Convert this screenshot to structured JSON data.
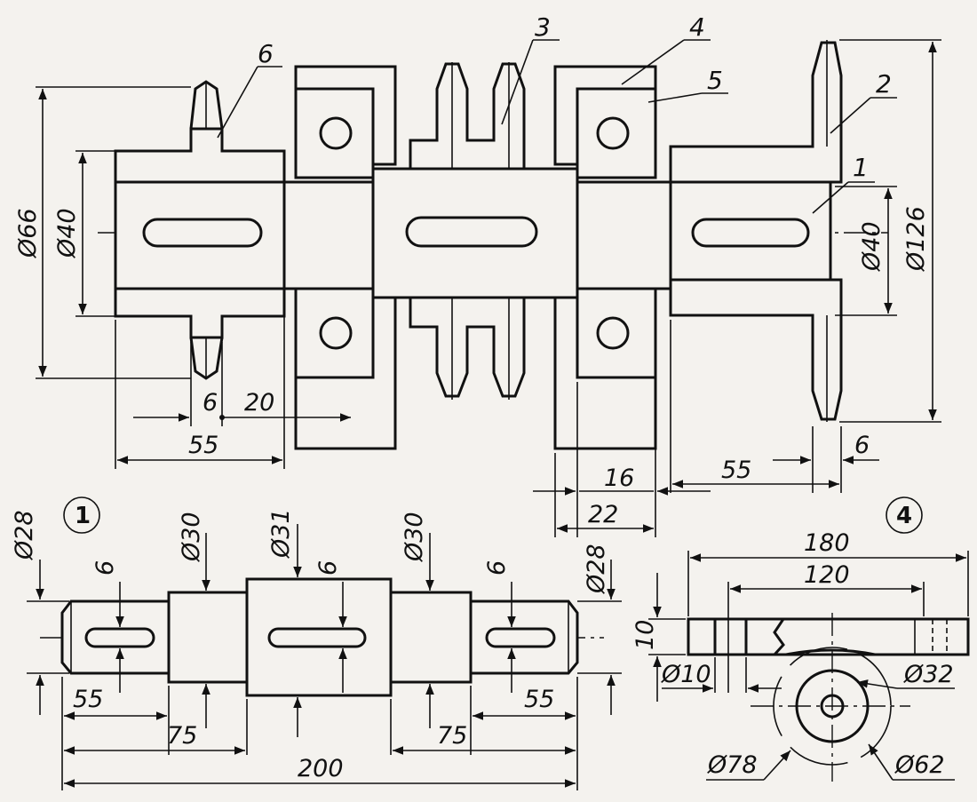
{
  "top_view": {
    "parts": [
      "1",
      "2",
      "3",
      "4",
      "5",
      "6"
    ],
    "dims": {
      "d66": "Ø66",
      "d40_left": "Ø40",
      "d40_right": "Ø40",
      "d126": "Ø126",
      "len55_left": "55",
      "len20": "20",
      "len6_left": "6",
      "len16": "16",
      "len22": "22",
      "len55_right": "55",
      "len6_right": "6"
    }
  },
  "detail1": {
    "badge": "1",
    "dims": {
      "d28_left": "Ø28",
      "d30_left": "Ø30",
      "d31": "Ø31",
      "d30_right": "Ø30",
      "d28_right": "Ø28",
      "key6_left": "6",
      "key6_mid": "6",
      "key6_right": "6",
      "len55_left": "55",
      "len75_left": "75",
      "len75_right": "75",
      "len55_right": "55",
      "total200": "200"
    }
  },
  "detail4": {
    "badge": "4",
    "dims": {
      "w180": "180",
      "w120": "120",
      "h10": "10",
      "d10": "Ø10",
      "d32": "Ø32",
      "d78": "Ø78",
      "d62": "Ø62"
    }
  }
}
